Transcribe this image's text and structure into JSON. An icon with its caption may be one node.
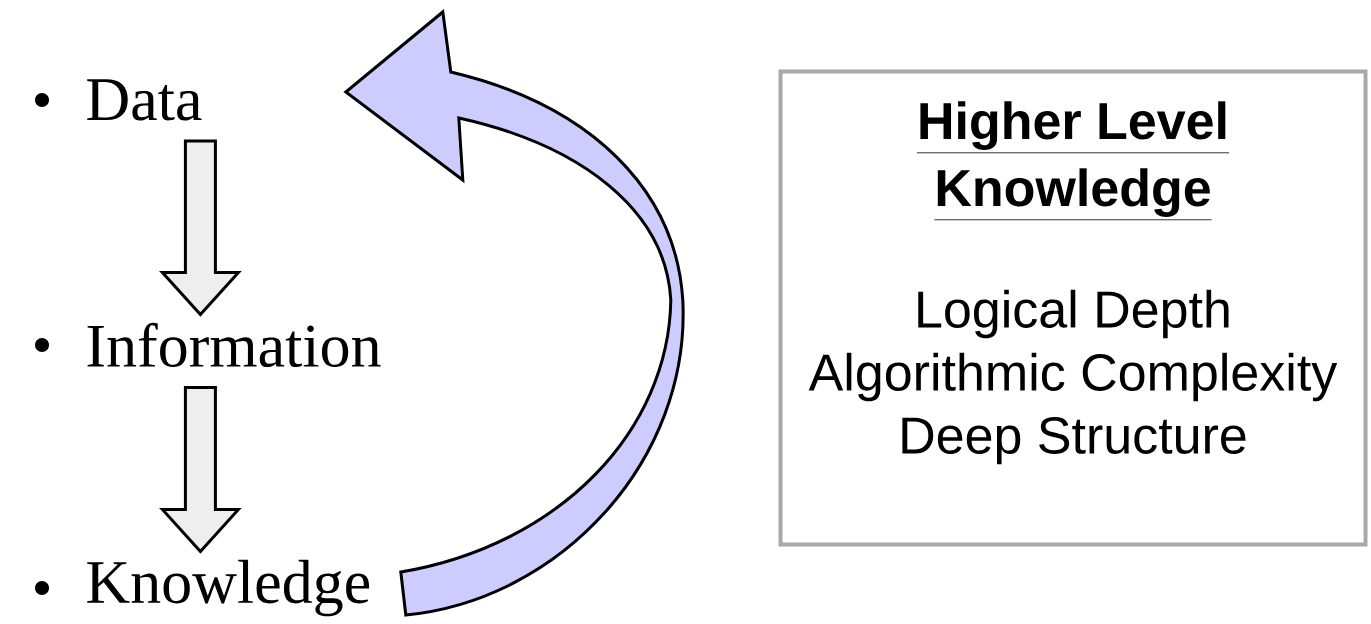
{
  "diagram": {
    "nodes": [
      {
        "text": [
          "Data"
        ]
      },
      {
        "text": [
          "Information"
        ]
      },
      {
        "text": [
          "Knowledge"
        ]
      },
      {
        "text": [
          "Higher Level Knowledge",
          "Logical Depth",
          "Algorithmic Complexity",
          "Deep Structure"
        ]
      }
    ],
    "edges": [
      {
        "from": 0,
        "to": 1,
        "arrow": "to"
      },
      {
        "from": 1,
        "to": 2,
        "arrow": "to"
      },
      {
        "from": 2,
        "to": 0,
        "arrow": "to",
        "color": "#ccccff"
      }
    ]
  }
}
